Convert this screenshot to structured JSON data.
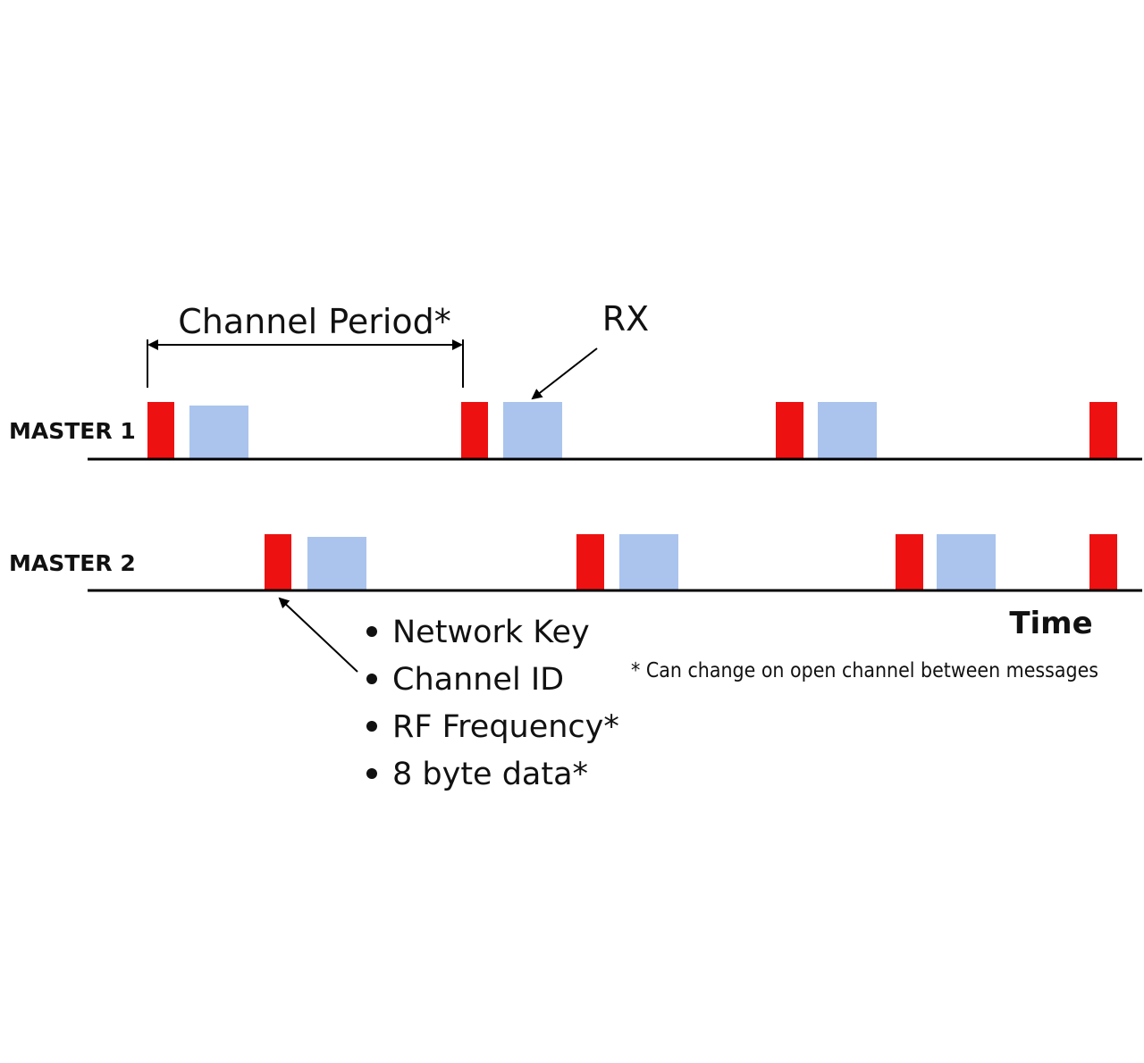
{
  "rows": [
    {
      "label": "MASTER 1"
    },
    {
      "label": "MASTER 2"
    }
  ],
  "channel_period_label": "Channel Period*",
  "rx_label": "RX",
  "time_label": "Time",
  "bullet_items": [
    "Network Key",
    "Channel ID",
    "RF Frequency*",
    "8 byte data*"
  ],
  "footnote": "* Can change on open channel between messages",
  "colors": {
    "tx": "#ee1111",
    "rx": "#aac4ee",
    "line": "#000000"
  }
}
